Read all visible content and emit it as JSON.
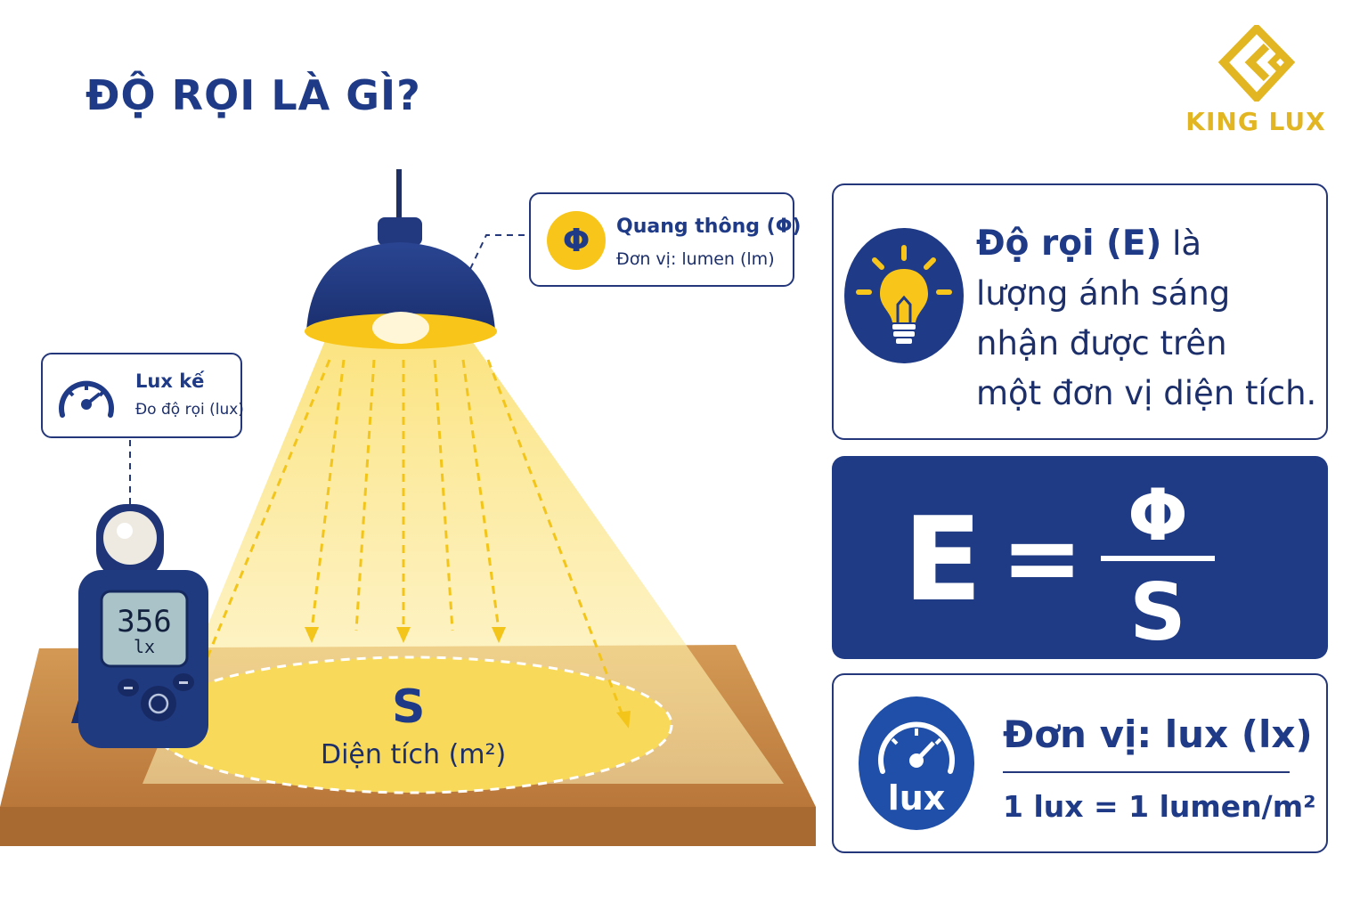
{
  "title": "ĐỘ RỌI LÀ GÌ?",
  "logo": {
    "text": "KING LUX",
    "icon": "king-lux-logo-mark"
  },
  "colors": {
    "navy": "#1f3a86",
    "gold": "#f8c61a",
    "wood": "#c98a45",
    "white": "#ffffff"
  },
  "flux_callout": {
    "icon_symbol": "Φ",
    "title": "Quang thông (Φ)",
    "subtitle": "Đơn vị: lumen (lm)"
  },
  "lux_meter_callout": {
    "icon": "gauge-icon",
    "title": "Lux kế",
    "subtitle": "Đo độ rọi (lux)"
  },
  "meter": {
    "reading": "356",
    "unit": "lx"
  },
  "area": {
    "symbol": "S",
    "label": "Diện tích (m²)"
  },
  "definition": {
    "icon": "lightbulb-icon",
    "highlight": "Độ rọi (E)",
    "rest_first": "là",
    "lines": [
      "lượng ánh sáng",
      "nhận được trên",
      "một đơn vị diện tích."
    ]
  },
  "formula": {
    "lhs": "E",
    "eq": "=",
    "numerator": "Φ",
    "denominator": "S"
  },
  "unit": {
    "icon_label": "lux",
    "title": "Đơn vị: lux (lx)",
    "relation": "1 lux = 1 lumen/m²"
  }
}
